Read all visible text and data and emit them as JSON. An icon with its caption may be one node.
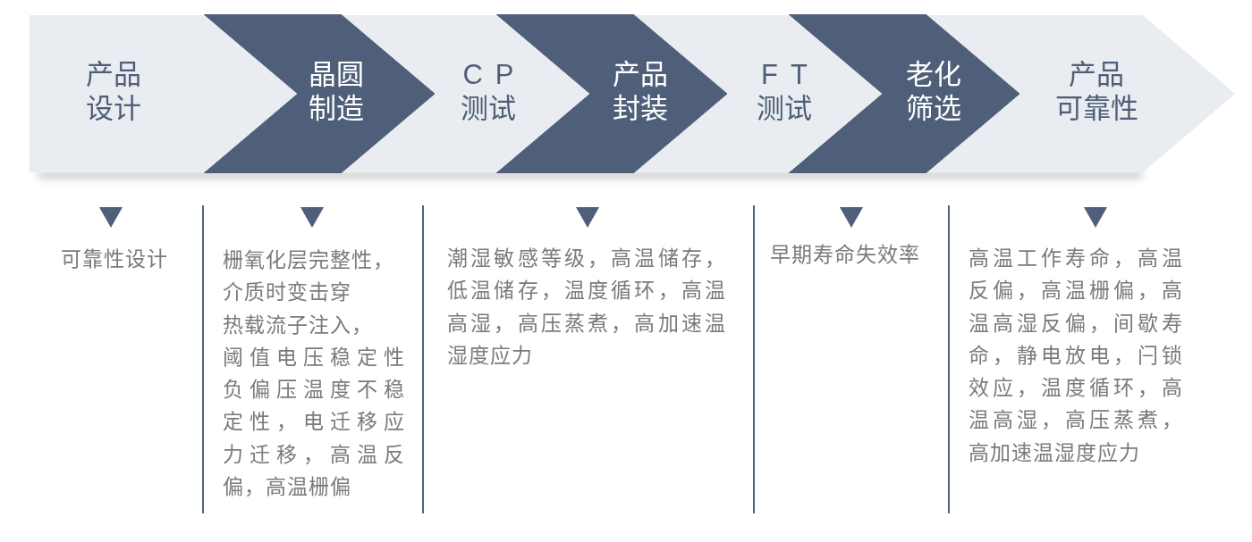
{
  "diagram": {
    "nodes": [
      {
        "text": [
          "产品设计"
        ],
        "beside": [
          "可靠性设计"
        ]
      },
      {
        "text": [
          "晶圆制造"
        ],
        "beside": [
          "栅氧化层完整性，介质时变击穿热载流子注入，阈值电压稳定性负偏压温度不稳定性，电迁移应力迁移，高温反偏，高温栅偏"
        ]
      },
      {
        "text": [
          "CP测试"
        ]
      },
      {
        "text": [
          "产品封装"
        ],
        "beside": [
          "潮湿敏感等级，高温储存，低温储存，温度循环，高温高湿，高压蒸煮，高加速温湿度应力"
        ]
      },
      {
        "text": [
          "FT测试"
        ]
      },
      {
        "text": [
          "老化筛选"
        ],
        "beside": [
          "早期寿命失效率"
        ]
      },
      {
        "text": [
          "产品可靠性"
        ],
        "beside": [
          "高温工作寿命，高温反偏，高温栅偏，高温高湿反偏，间歇寿命，静电放电，闩锁效应，温度循环，高温高湿，高压蒸煮，高加速温湿度应力"
        ]
      }
    ]
  }
}
